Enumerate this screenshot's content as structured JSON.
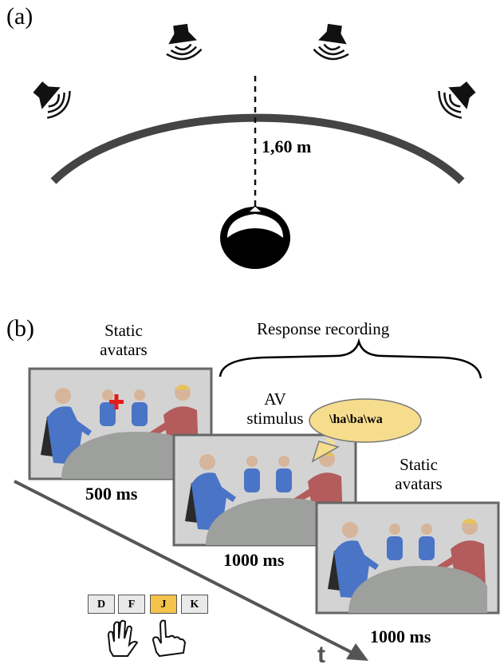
{
  "panel_a": {
    "label": "(a)",
    "distance": "1,60 m"
  },
  "panel_b": {
    "label": "(b)",
    "bracket_label": "Response recording",
    "frames": [
      {
        "caption_top": "Static",
        "caption_bottom": "avatars",
        "duration": "500 ms"
      },
      {
        "caption_top": "AV",
        "caption_bottom": "stimulus",
        "duration": "1000 ms",
        "speech": "\\ha\\ba\\wa"
      },
      {
        "caption_top": "Static",
        "caption_bottom": "avatars",
        "duration": "1000 ms"
      }
    ],
    "keys": [
      {
        "label": "D",
        "active": false
      },
      {
        "label": "F",
        "active": false
      },
      {
        "label": "J",
        "active": true
      },
      {
        "label": "K",
        "active": false
      }
    ],
    "time_axis": "t"
  },
  "colors": {
    "arc": "#444444",
    "frame_border": "#666666",
    "frame_bg": "#d3d3d3",
    "table": "#9ea09d",
    "avatar_blue": "#4a74c6",
    "avatar_red": "#b45b5b",
    "cross": "#e41b1b",
    "speech_bubble": "#f6dd8e",
    "key_active": "#f5c24c"
  }
}
